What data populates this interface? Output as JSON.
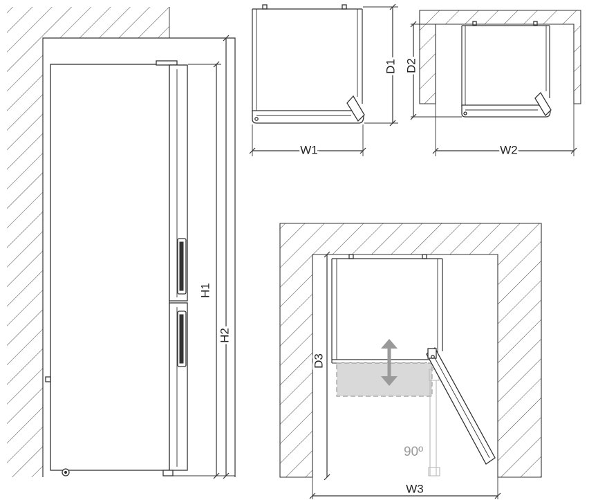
{
  "labels": {
    "h1": "H1",
    "h2": "H2",
    "w1": "W1",
    "d1": "D1",
    "w2": "W2",
    "d2": "D2",
    "w3": "W3",
    "d3": "D3",
    "door_angle": "90º"
  },
  "colors": {
    "line": "#333333",
    "hatch": "#555555",
    "clearance_fill": "#d9d9d9",
    "annotation_gray": "#9a9a9a"
  }
}
